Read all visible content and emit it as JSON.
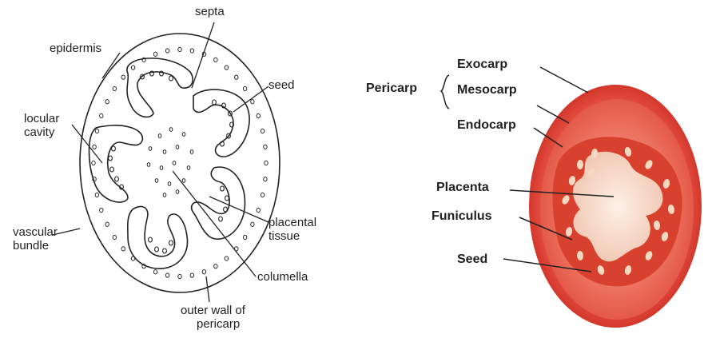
{
  "left_diagram": {
    "labels": {
      "septa": "septa",
      "epidermis": "epidermis",
      "seed": "seed",
      "locular_cavity": [
        "locular",
        "cavity"
      ],
      "vascular_bundle": [
        "vascular",
        "bundle"
      ],
      "placental_tissue": [
        "placental",
        "tissue"
      ],
      "columella": "columella",
      "outer_wall": [
        "outer wall of",
        "pericarp"
      ]
    }
  },
  "right_diagram": {
    "labels": {
      "pericarp": "Pericarp",
      "exocarp": "Exocarp",
      "mesocarp": "Mesocarp",
      "endocarp": "Endocarp",
      "placenta": "Placenta",
      "funiculus": "Funiculus",
      "seed": "Seed"
    },
    "colors": {
      "skin": "#d83a2e",
      "flesh": "#e85a4c",
      "placenta": "#f6d5c2"
    }
  }
}
